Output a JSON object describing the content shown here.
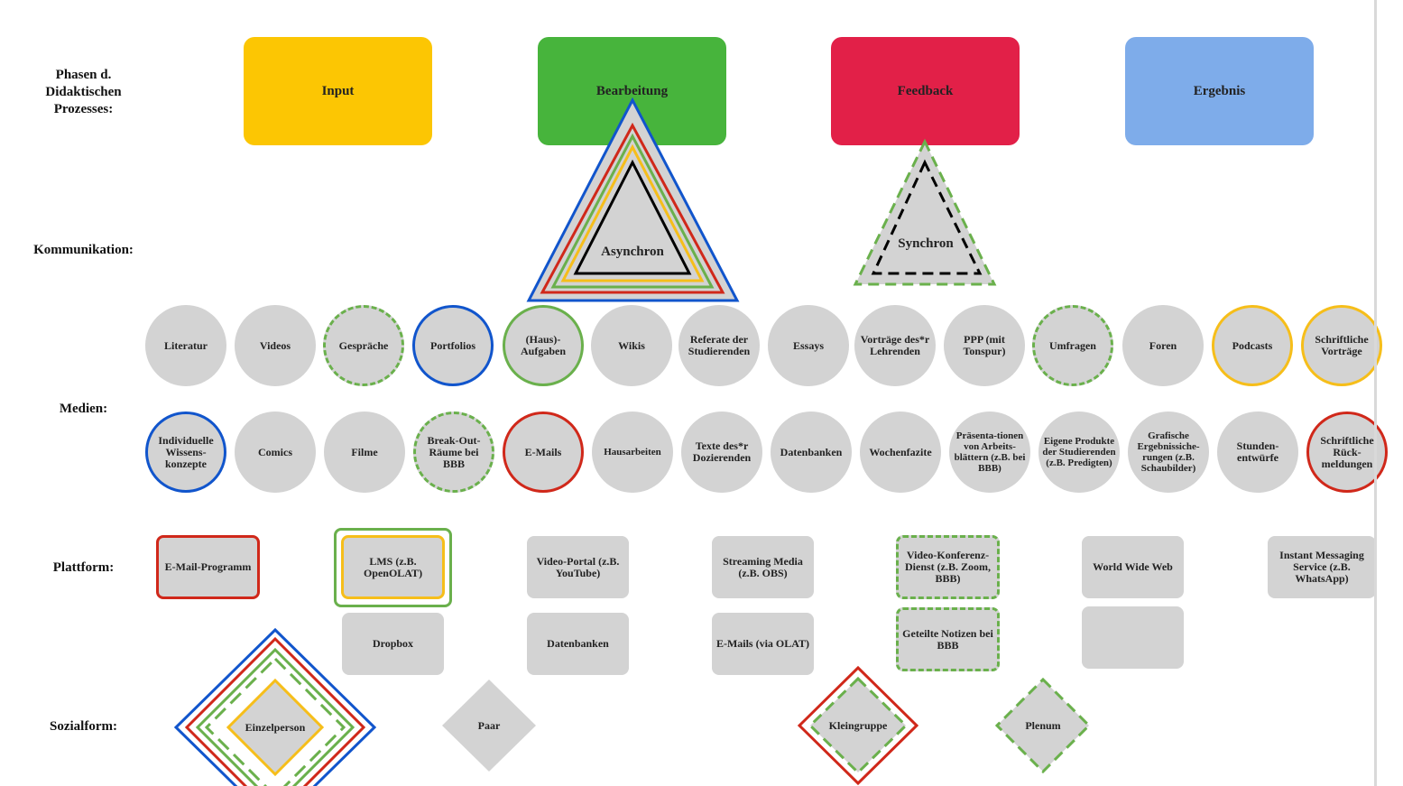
{
  "labels": {
    "phasen": "Phasen d. Didaktischen Prozesses:",
    "kommunikation": "Kommunikation:",
    "medien": "Medien:",
    "plattform": "Plattform:",
    "sozialform": "Sozialform:"
  },
  "phases": [
    {
      "label": "Input",
      "color": "#fcc603"
    },
    {
      "label": "Bearbeitung",
      "color": "#47b43c"
    },
    {
      "label": "Feedback",
      "color": "#e22048"
    },
    {
      "label": "Ergebnis",
      "color": "#7eacea"
    }
  ],
  "kommunikation": {
    "asynchron": "Asynchron",
    "synchron": "Synchron"
  },
  "medien": {
    "row1": [
      "Literatur",
      "Videos",
      "Gespräche",
      "Portfolios",
      "(Haus)-Aufgaben",
      "Wikis",
      "Referate der Studierenden",
      "Essays",
      "Vorträge des*r Lehrenden",
      "PPP (mit Tonspur)",
      "Umfragen",
      "Foren",
      "Podcasts",
      "Schriftliche Vorträge"
    ],
    "row2": [
      "Individuelle Wissens-konzepte",
      "Comics",
      "Filme",
      "Break-Out-Räume bei BBB",
      "E-Mails",
      "Hausarbeiten",
      "Texte des*r Dozierenden",
      "Datenbanken",
      "Wochenfazite",
      "Präsenta-tionen von Arbeits-blättern (z.B. bei BBB)",
      "Eigene Produkte der Studierenden (z.B. Predigten)",
      "Grafische Ergebnissiche-rungen (z.B. Schaubilder)",
      "Stunden-entwürfe",
      "Schriftliche Rück-meldungen"
    ]
  },
  "plattform": {
    "email_programm": "E-Mail-Programm",
    "lms": "LMS (z.B. OpenOLAT)",
    "video_portal": "Video-Portal (z.B. YouTube)",
    "streaming": "Streaming Media (z.B. OBS)",
    "videokonferenz": "Video-Konferenz-Dienst (z.B. Zoom, BBB)",
    "www": "World Wide Web",
    "messaging": "Instant Messaging Service (z.B. WhatsApp)",
    "dropbox": "Dropbox",
    "datenbanken": "Datenbanken",
    "emails_olat": "E-Mails (via OLAT)",
    "notizen": "Geteilte Notizen bei BBB"
  },
  "sozialform": {
    "einzelperson": "Einzelperson",
    "paar": "Paar",
    "kleingruppe": "Kleingruppe",
    "plenum": "Plenum"
  },
  "colors": {
    "gray": "#d3d3d3",
    "blue": "#1155cc",
    "red": "#d0281a",
    "green": "#6ab04c",
    "yellow": "#f6be1a",
    "black": "#000000"
  }
}
